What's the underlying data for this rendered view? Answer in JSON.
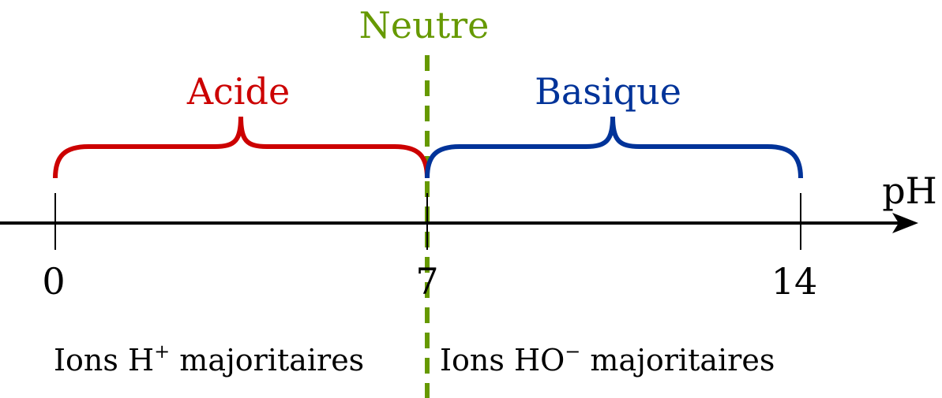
{
  "axis": {
    "label": "pH",
    "ticks": [
      "0",
      "7",
      "14"
    ]
  },
  "neutral": {
    "label": "Neutre",
    "color": "#669900"
  },
  "acid": {
    "label": "Acide",
    "color": "#cc0000",
    "ions_prefix": "Ions H",
    "ions_charge": "+",
    "ions_suffix": " majoritaires"
  },
  "base": {
    "label": "Basique",
    "color": "#003399",
    "ions_prefix": "Ions HO",
    "ions_charge": "−",
    "ions_suffix": " majoritaires"
  }
}
